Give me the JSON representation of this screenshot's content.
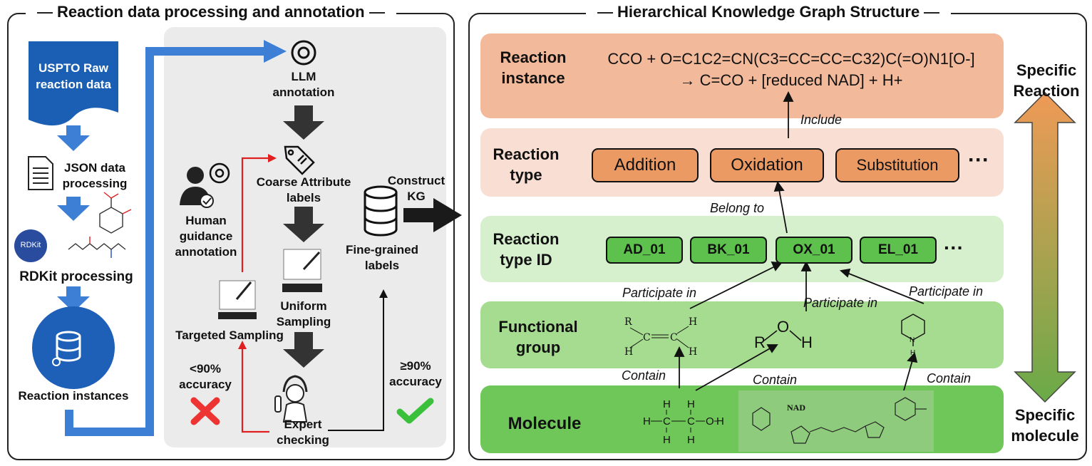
{
  "left_panel": {
    "title": "Reaction data processing and annotation",
    "uspto_label": "USPTO Raw reaction data",
    "json_label": "JSON data processing",
    "rdkit_badge": "RDKit",
    "rdkit_label": "RDKit processing",
    "instances_label": "Reaction instances",
    "llm_label": "LLM annotation",
    "coarse_label": "Coarse Attribute labels",
    "human_label": "Human guidance annotation",
    "targeted_label": "Targeted Sampling",
    "uniform_label": "Uniform Sampling",
    "fine_label": "Fine-grained labels",
    "construct_label": "Construct KG",
    "low_acc_label": "<90% accuracy",
    "high_acc_label": "≥90% accuracy",
    "expert_label": "Expert checking"
  },
  "right_panel": {
    "title": "Hierarchical Knowledge Graph Structure",
    "instance_label": "Reaction instance",
    "smiles_line1": "CCO + O=C1C2=CN(C3=CC=CC=C32)C(=O)N1[O-]",
    "smiles_line2": "→ C=CO + [reduced NAD] + H+",
    "include_label": "Include",
    "type_label": "Reaction type",
    "types": [
      "Addition",
      "Oxidation",
      "Substitution"
    ],
    "type_ellipsis": "···",
    "belong_label": "Belong to",
    "typeid_label": "Reaction type ID",
    "ids": [
      "AD_01",
      "BK_01",
      "OX_01",
      "EL_01"
    ],
    "id_ellipsis": "···",
    "participate_label": "Participate in",
    "functional_label": "Functional group",
    "contain_label": "Contain",
    "molecule_label": "Molecule",
    "nad_label": "NAD",
    "specific_reaction": "Specific Reaction",
    "specific_molecule": "Specific molecule"
  },
  "colors": {
    "instance_band": "#f2b99b",
    "type_band": "#f8ded3",
    "typeid_band": "#d6efcd",
    "functional_band": "#a6dc8f",
    "molecule_band": "#6fc75a",
    "flow_blue": "#3e7fd6",
    "red_arrow": "#e02020"
  }
}
